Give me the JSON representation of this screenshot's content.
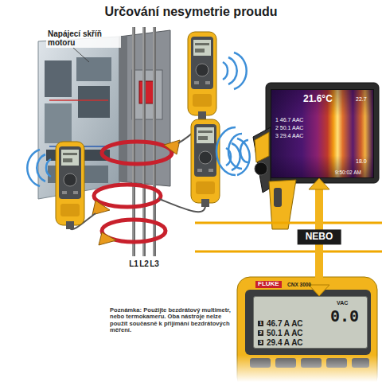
{
  "diagram": {
    "title": "Určování nesymetrie proudu",
    "nodes": [
      {
        "text": [
          "21.6°C",
          "22.7",
          "1 46.7 AAC",
          "2 50.1 AAC",
          "3 29.4 AAC",
          "18.0",
          "9:50:02 AM"
        ]
      },
      {
        "text": [
          "FLUKE",
          "CNX 3000",
          "VAC",
          "0.0",
          "1",
          "46.7 A AC",
          "2",
          "50.1 A AC",
          "3",
          "29.4 A AC"
        ]
      }
    ],
    "edges": [
      {
        "from": 0,
        "to": 1,
        "arrow": "both",
        "label": "NEBO"
      }
    ],
    "labels": [
      "Napájecí skříň motoru",
      "L1",
      "L2",
      "L3",
      "Poznámka: Použijte bezdrátový multimetr, nebo termokameru. Oba nástroje nelze použít současně k přijímání bezdrátových měření."
    ]
  }
}
